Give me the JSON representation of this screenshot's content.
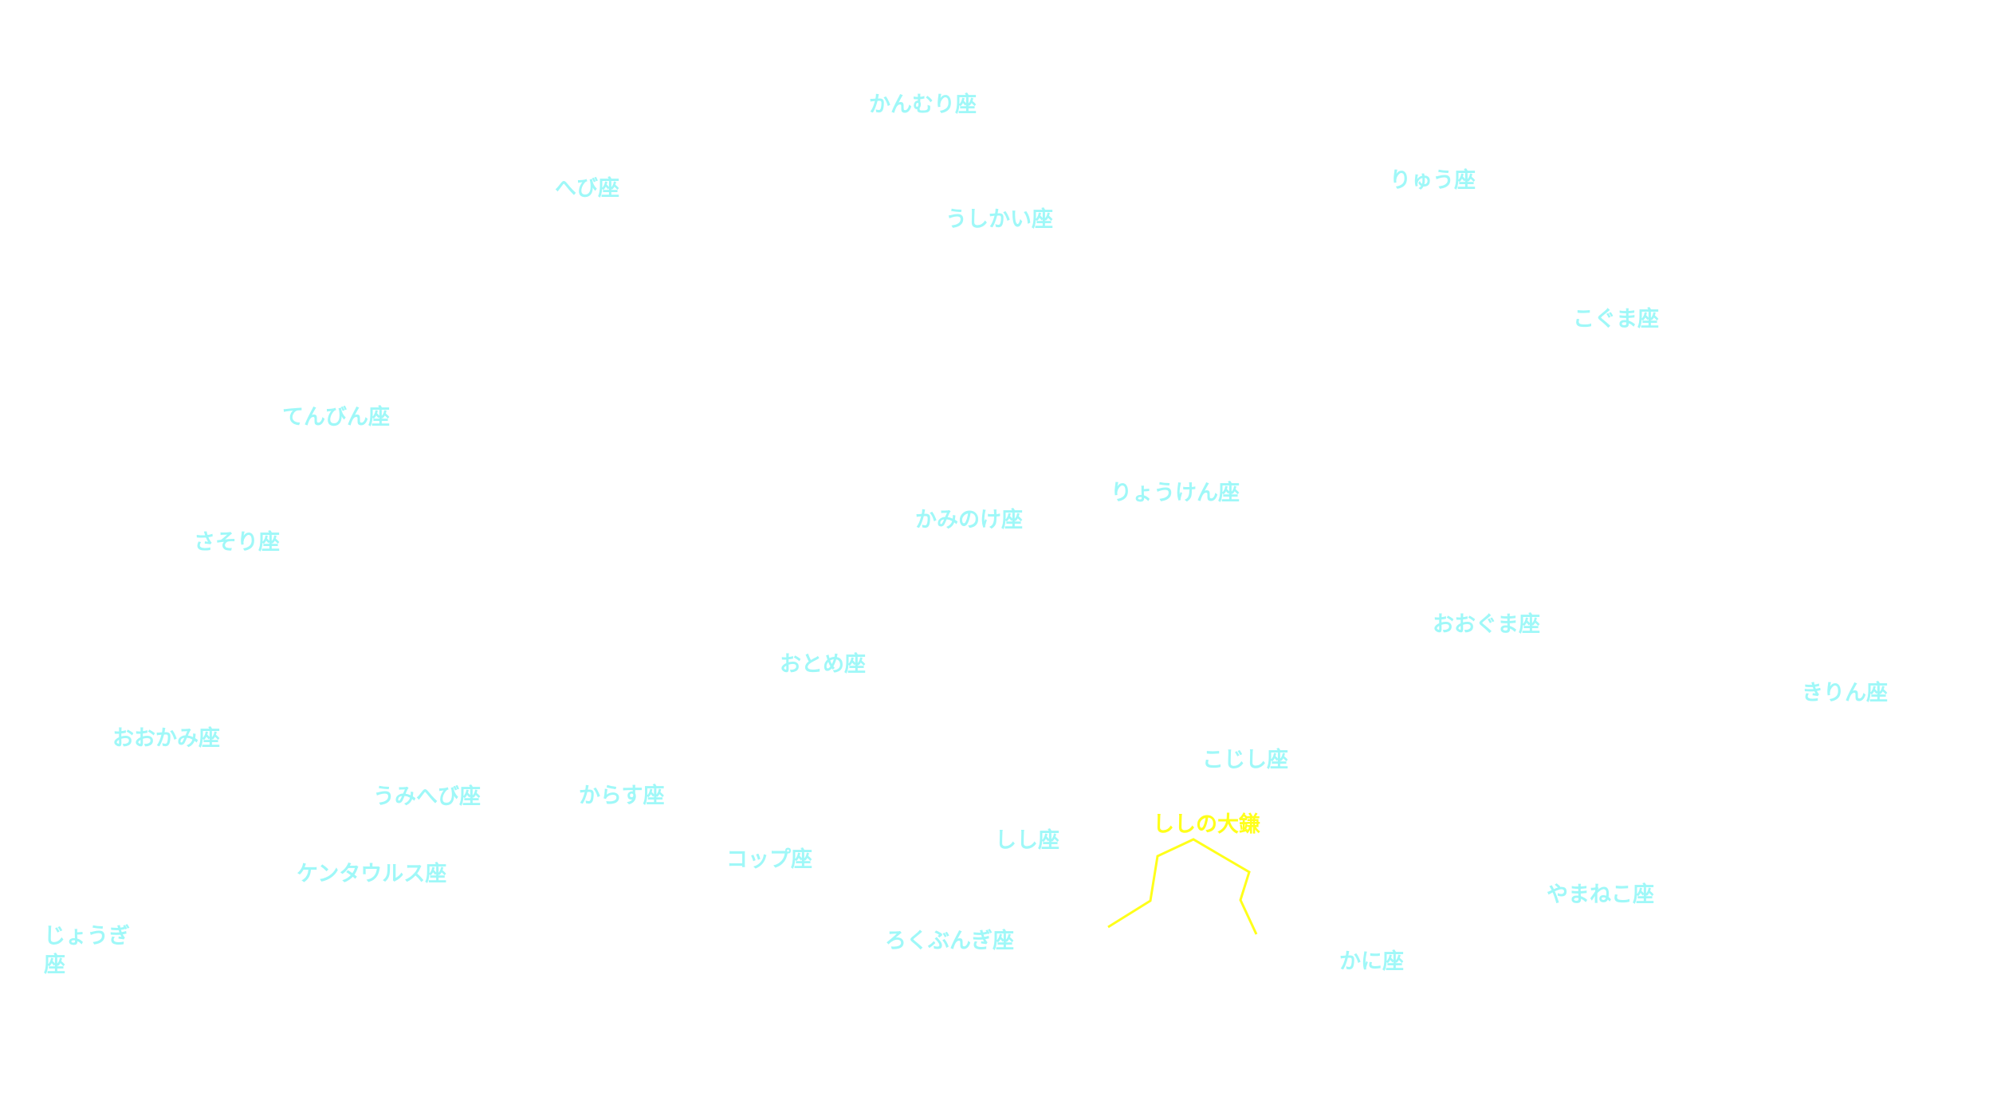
{
  "colors": {
    "background": "#ffffff",
    "constellation_label": "#9ff8f8",
    "highlight": "#ffff1a"
  },
  "labels": {
    "kanmuri": "かんむり座",
    "hebi": "へび座",
    "ushikai": "うしかい座",
    "ryuu": "りゅう座",
    "koguma": "こぐま座",
    "tenbin": "てんびん座",
    "ryouken": "りょうけん座",
    "kaminoke": "かみのけ座",
    "sasori": "さそり座",
    "ooguma": "おおぐま座",
    "otome": "おとめ座",
    "kirin": "きりん座",
    "ookami": "おおかみ座",
    "kojishi": "こじし座",
    "umihebi": "うみへび座",
    "karasu": "からす座",
    "sickle": "ししの大鎌",
    "shishi": "しし座",
    "coppu": "コップ座",
    "kentaurusu": "ケンタウルス座",
    "yamaneko": "やまねこ座",
    "jougi": "じょうぎ座",
    "rokubungi": "ろくぶんぎ座",
    "kani": "かに座"
  }
}
